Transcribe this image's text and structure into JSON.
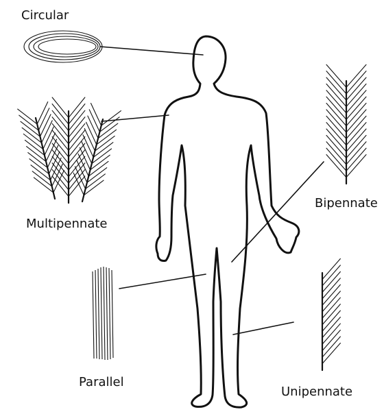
{
  "labels": {
    "circular": "Circular",
    "multipennate": "Multipennate",
    "bipennate": "Bipennate",
    "parallel": "Parallel",
    "unipennate": "Unipennate"
  },
  "colors": {
    "stroke": "#111111",
    "background": "#ffffff"
  }
}
